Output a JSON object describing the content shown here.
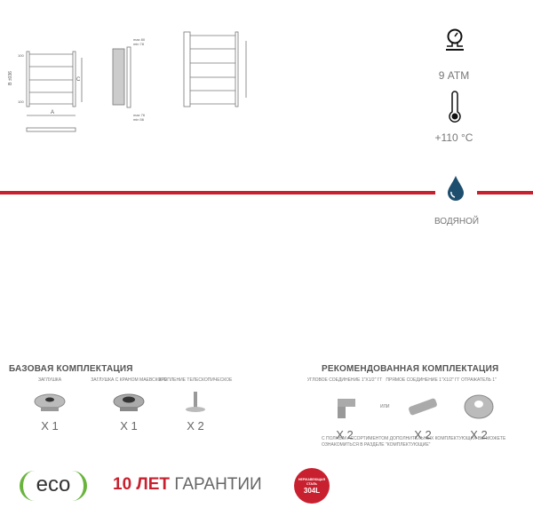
{
  "specs": {
    "pressure": "9 АТМ",
    "temperature": "+110 °C",
    "type": "ВОДЯНОЙ"
  },
  "drawing": {
    "dim_a": "A",
    "dim_b": "B ±036",
    "dim_c": "C",
    "dim_100_top": "100",
    "dim_100_bot": "100",
    "max_top": "max 80",
    "min_top": "min 78",
    "max_bot": "max 76",
    "min_bot": "min 56"
  },
  "base_kit": {
    "title": "БАЗОВАЯ КОМПЛЕКТАЦИЯ",
    "items": [
      {
        "label": "ЗАГЛУШКА",
        "qty": "X 1"
      },
      {
        "label": "ЗАГЛУШКА С КРАНОМ МАЕВСКОГО",
        "qty": "X 1"
      },
      {
        "label": "КРЕПЛЕНИЕ ТЕЛЕСКОПИЧЕСКОЕ",
        "qty": "X 2"
      }
    ]
  },
  "recommended_kit": {
    "title": "РЕКОМЕНДОВАННАЯ КОМПЛЕКТАЦИЯ",
    "or": "ИЛИ",
    "items": [
      {
        "label": "УГЛОВОЕ СОЕДИНЕНИЕ 1\"X1/2\" ГГ",
        "qty": "X 2"
      },
      {
        "label": "ПРЯМОЕ СОЕДИНЕНИЕ 1\"X1/2\" ГГ",
        "qty": "X 2"
      },
      {
        "label": "ОТРАЖАТЕЛЬ 1\"",
        "qty": "X 2"
      }
    ],
    "note": "С ПОЛНЫМ АССОРТИМЕНТОМ ДОПОЛНИТЕЛЬНЫХ КОМПЛЕКТУЮЩИХ ВЫ МОЖЕТЕ ОЗНАКОМИТЬСЯ В РАЗДЕЛЕ \"КОМПЛЕКТУЮЩИЕ\""
  },
  "footer": {
    "eco": "eco",
    "warranty_bold": "10 ЛЕТ",
    "warranty_rest": "ГАРАНТИИ",
    "badge_top": "НЕРЖАВЕЮЩАЯ СТАЛЬ",
    "badge_grade": "304L"
  },
  "colors": {
    "red": "#c8202f",
    "drop": "#1d4e6e",
    "eco_green": "#6ab43e"
  }
}
